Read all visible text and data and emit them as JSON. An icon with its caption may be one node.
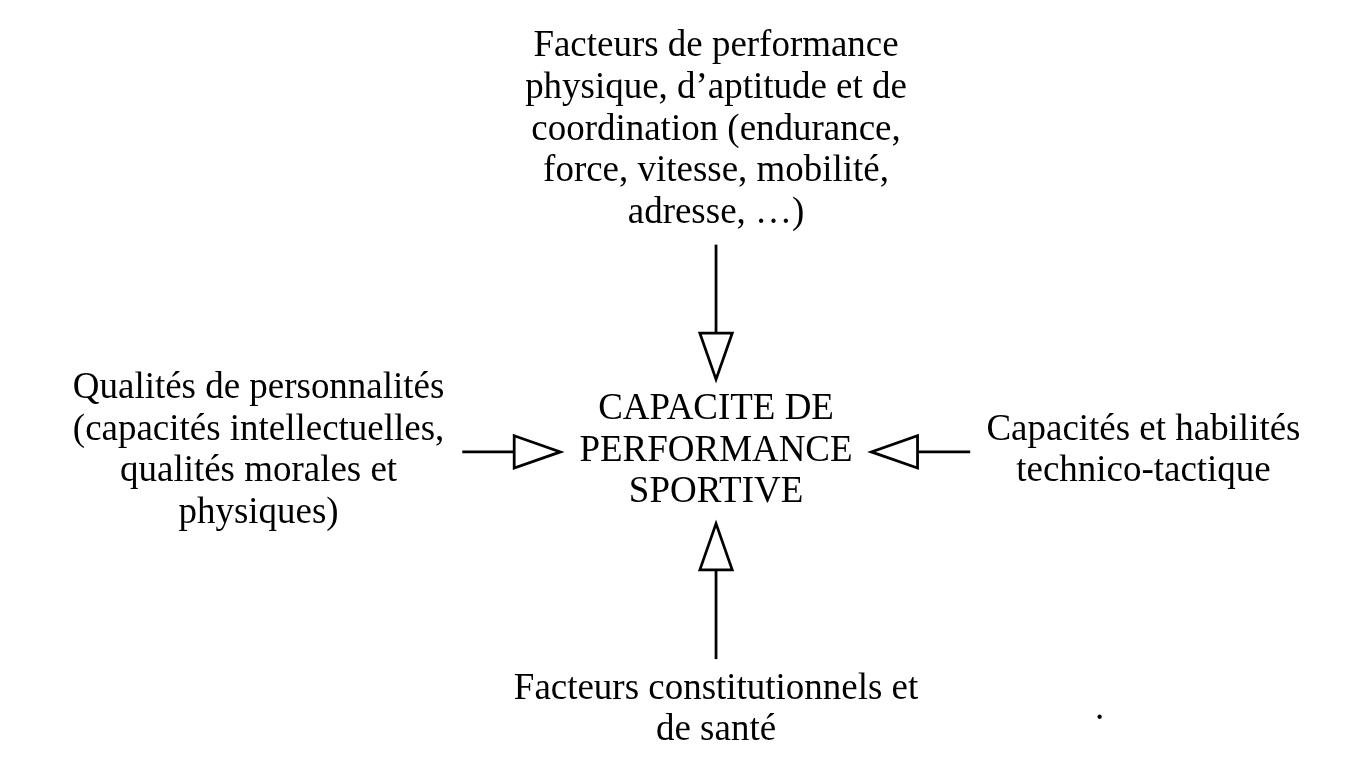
{
  "diagram": {
    "nodes": [
      {
        "text": [
          "Facteurs de performance physique, d’aptitude et de coordination (endurance, force, vitesse, mobilité, adresse, …)"
        ]
      },
      {
        "text": [
          "Qualités de personnalités (capacités intellectuelles, qualités morales et physiques)"
        ]
      },
      {
        "text": [
          "CAPACITE DE PERFORMANCE SPORTIVE"
        ]
      },
      {
        "text": [
          "Capacités et habilités technico-tactique"
        ]
      },
      {
        "text": [
          "Facteurs constitutionnels et de santé"
        ]
      }
    ],
    "edges": [
      {
        "from": 0,
        "to": 2,
        "arrow": "to"
      },
      {
        "from": 1,
        "to": 2,
        "arrow": "to"
      },
      {
        "from": 3,
        "to": 2,
        "arrow": "to"
      },
      {
        "from": 4,
        "to": 2,
        "arrow": "to"
      }
    ],
    "labels": [
      "."
    ]
  }
}
